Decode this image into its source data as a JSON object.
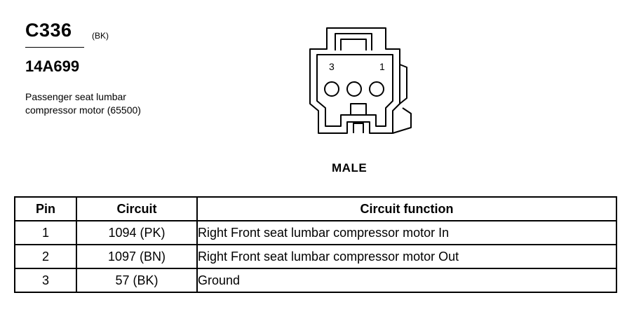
{
  "connector": {
    "id": "C336",
    "color": "(BK)",
    "part_number": "14A699",
    "description": "Passenger seat lumbar compressor motor (65500)",
    "gender": "MALE",
    "pin_labels": {
      "left": "3",
      "right": "1"
    }
  },
  "table": {
    "headers": {
      "pin": "Pin",
      "circuit": "Circuit",
      "function": "Circuit function"
    },
    "rows": [
      {
        "pin": "1",
        "circuit": "1094 (PK)",
        "function": "Right Front seat lumbar compressor motor In"
      },
      {
        "pin": "2",
        "circuit": "1097 (BN)",
        "function": "Right Front seat lumbar compressor motor Out"
      },
      {
        "pin": "3",
        "circuit": "57 (BK)",
        "function": "Ground"
      }
    ]
  }
}
